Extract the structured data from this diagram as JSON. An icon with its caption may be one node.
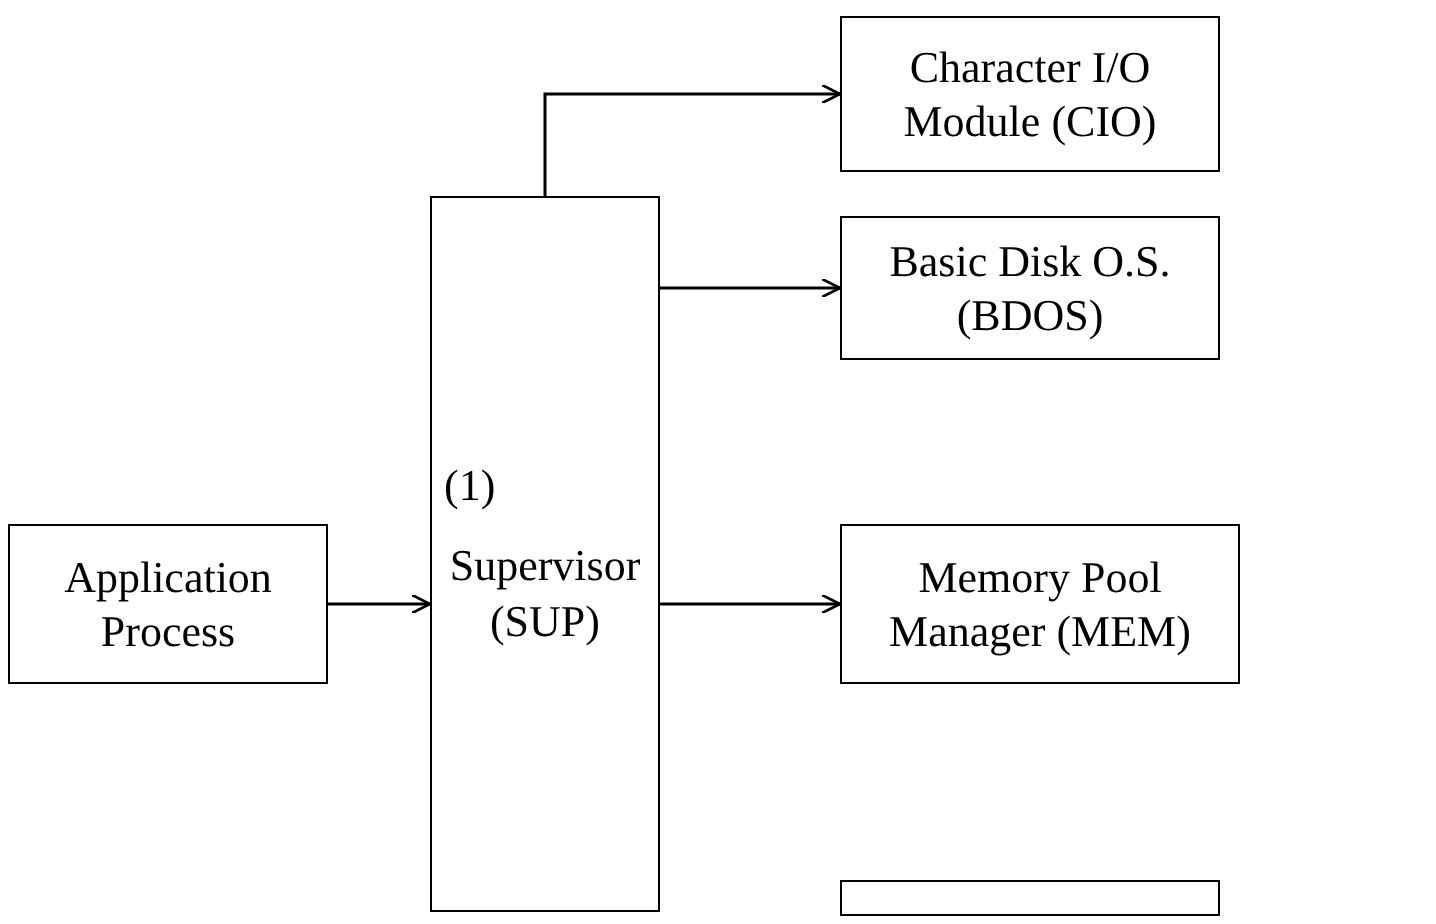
{
  "diagram": {
    "nodes": [
      {
        "text": [
          "Character I/O Module (CIO)"
        ]
      },
      {
        "text": [
          "Basic Disk O.S. (BDOS)"
        ]
      },
      {
        "text": [
          "Application Process"
        ]
      },
      {
        "text": [
          "Supervisor (SUP)"
        ]
      },
      {
        "text": [
          "Memory Pool Manager (MEM)"
        ]
      },
      {
        "text": [],
        "shape": "box"
      }
    ],
    "edges": [
      {
        "from": 3,
        "to": 0,
        "arrow": "to"
      },
      {
        "from": 3,
        "to": 1,
        "arrow": "to"
      },
      {
        "from": 2,
        "to": 3,
        "arrow": "to"
      },
      {
        "from": 3,
        "to": 4,
        "arrow": "to"
      }
    ],
    "labels": [
      "(1)"
    ]
  }
}
